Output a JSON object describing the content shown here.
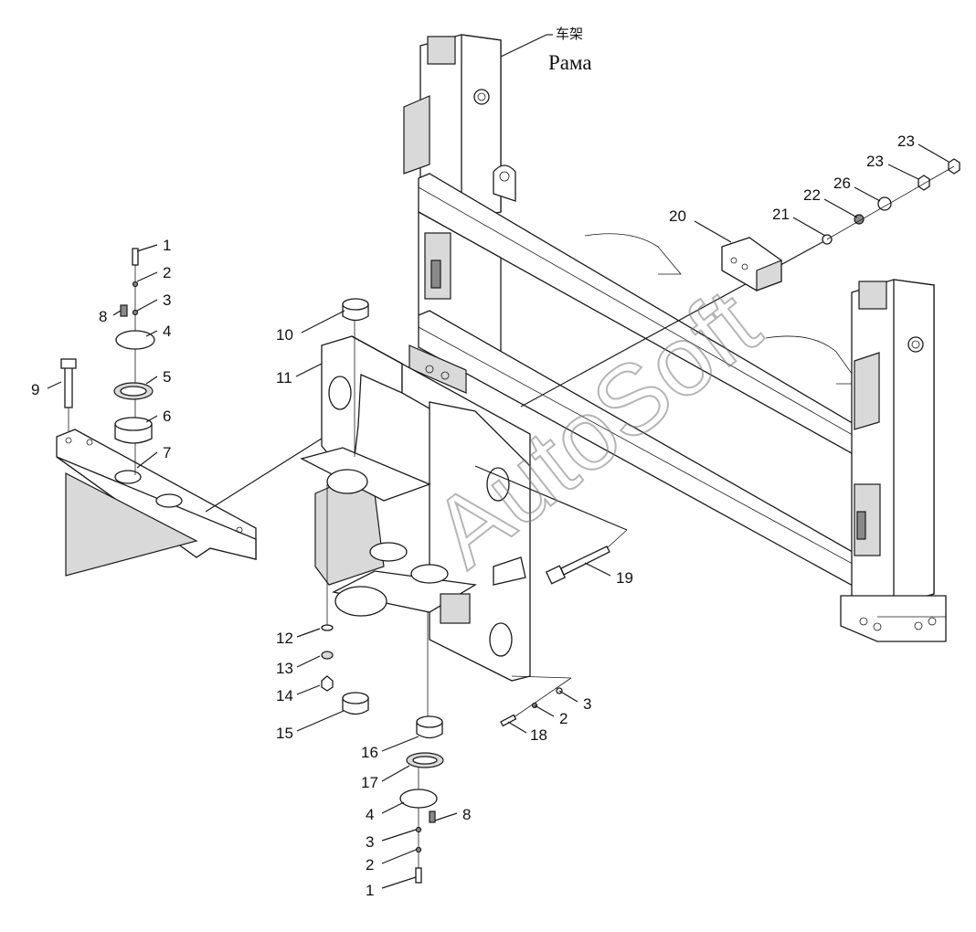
{
  "diagram": {
    "title_cn": "车架",
    "title_ru": "Рама",
    "watermark": "AutoSoft",
    "callouts": [
      {
        "id": "c-1a",
        "label": "1"
      },
      {
        "id": "c-2a",
        "label": "2"
      },
      {
        "id": "c-3a",
        "label": "3"
      },
      {
        "id": "c-8a",
        "label": "8"
      },
      {
        "id": "c-4a",
        "label": "4"
      },
      {
        "id": "c-5",
        "label": "5"
      },
      {
        "id": "c-9",
        "label": "9"
      },
      {
        "id": "c-6",
        "label": "6"
      },
      {
        "id": "c-7",
        "label": "7"
      },
      {
        "id": "c-10",
        "label": "10"
      },
      {
        "id": "c-11",
        "label": "11"
      },
      {
        "id": "c-12",
        "label": "12"
      },
      {
        "id": "c-13",
        "label": "13"
      },
      {
        "id": "c-14",
        "label": "14"
      },
      {
        "id": "c-15",
        "label": "15"
      },
      {
        "id": "c-16",
        "label": "16"
      },
      {
        "id": "c-17",
        "label": "17"
      },
      {
        "id": "c-4b",
        "label": "4"
      },
      {
        "id": "c-8b",
        "label": "8"
      },
      {
        "id": "c-3b",
        "label": "3"
      },
      {
        "id": "c-2b",
        "label": "2"
      },
      {
        "id": "c-1b",
        "label": "1"
      },
      {
        "id": "c-3c",
        "label": "3"
      },
      {
        "id": "c-2c",
        "label": "2"
      },
      {
        "id": "c-18",
        "label": "18"
      },
      {
        "id": "c-19",
        "label": "19"
      },
      {
        "id": "c-20",
        "label": "20"
      },
      {
        "id": "c-21",
        "label": "21"
      },
      {
        "id": "c-22",
        "label": "22"
      },
      {
        "id": "c-26",
        "label": "26"
      },
      {
        "id": "c-23a",
        "label": "23"
      },
      {
        "id": "c-23b",
        "label": "23"
      }
    ]
  }
}
